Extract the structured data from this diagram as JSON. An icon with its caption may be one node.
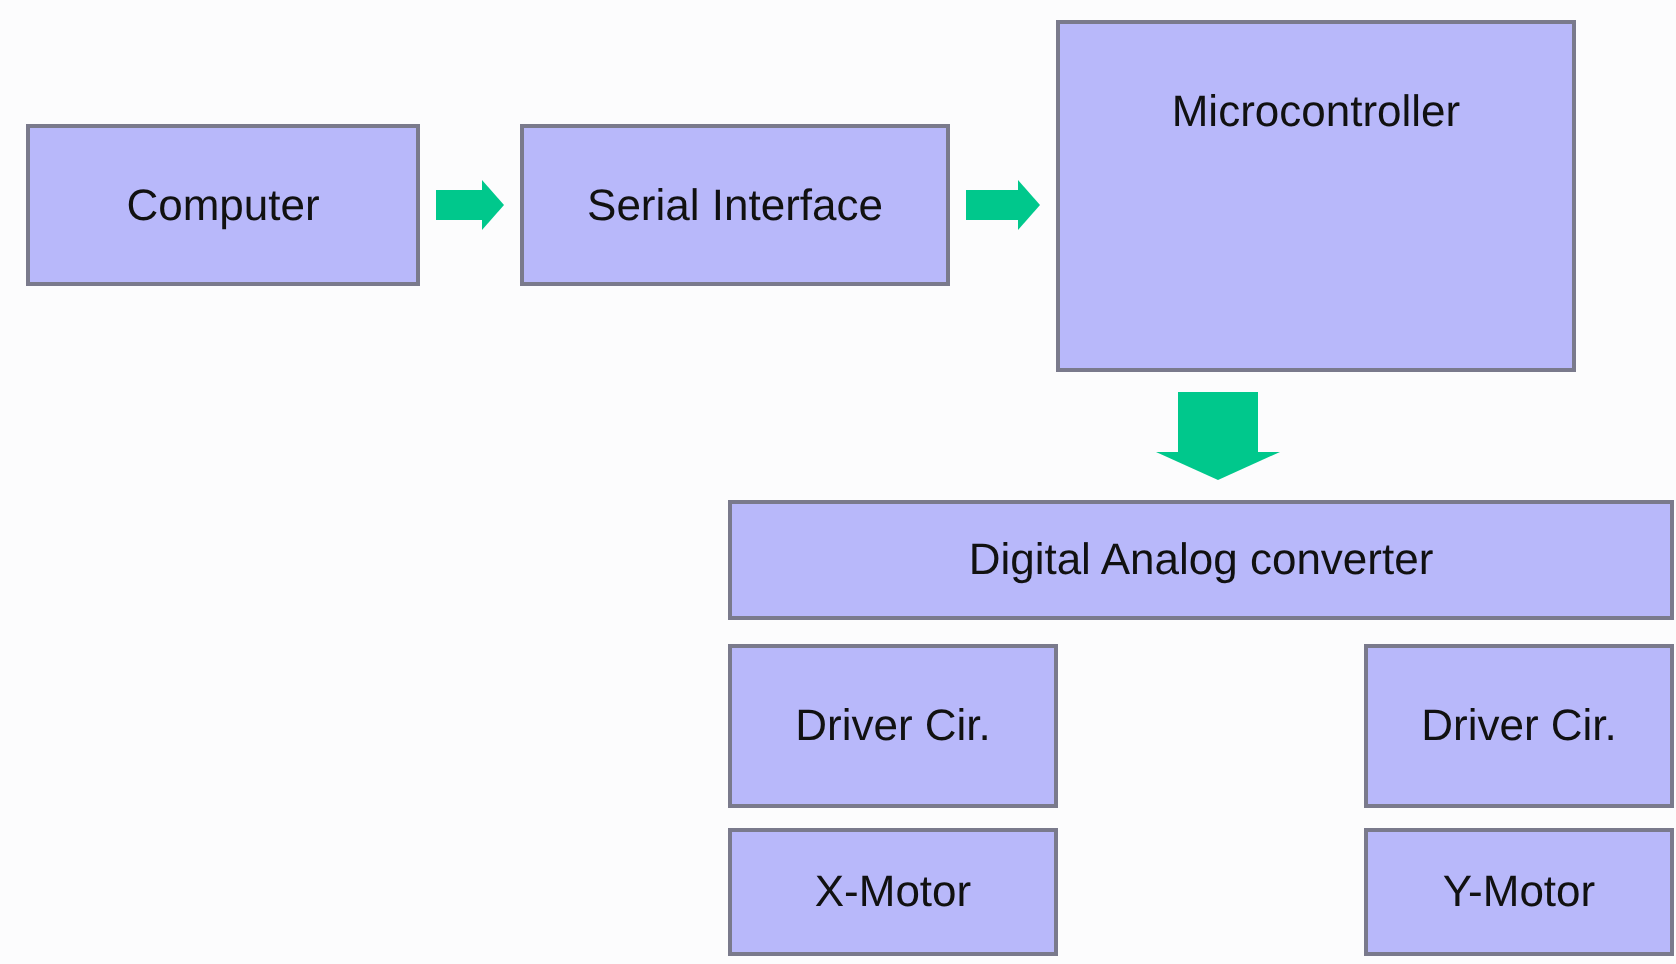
{
  "diagram": {
    "nodes": [
      {
        "text": [
          "Computer"
        ]
      },
      {
        "text": [
          "Serial Interface"
        ]
      },
      {
        "text": [
          "Microcontroller"
        ]
      },
      {
        "text": [
          "Digital Analog converter"
        ]
      },
      {
        "text": [
          "Driver Cir."
        ]
      },
      {
        "text": [
          "Driver Cir."
        ]
      },
      {
        "text": [
          "X-Motor"
        ]
      },
      {
        "text": [
          "Y-Motor"
        ]
      }
    ],
    "edges": [
      {
        "from": 0,
        "to": 1,
        "arrow": "to"
      },
      {
        "from": 1,
        "to": 2,
        "arrow": "to"
      },
      {
        "from": 2,
        "to": 3,
        "arrow": "to",
        "style": "thick"
      }
    ]
  }
}
